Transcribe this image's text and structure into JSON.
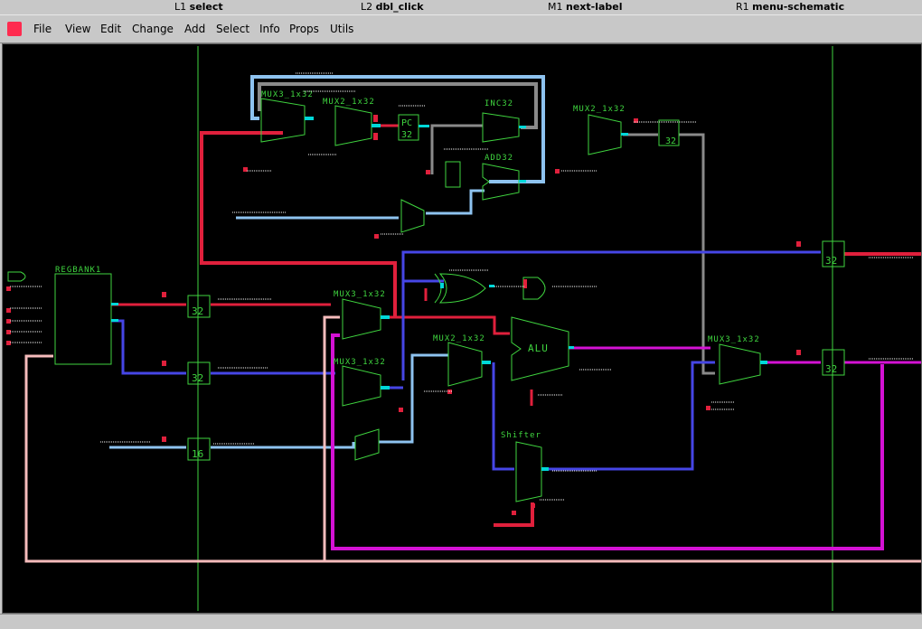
{
  "mouse_hints": {
    "l1": {
      "button": "L1",
      "action": "select"
    },
    "l2": {
      "button": "L2",
      "action": "dbl_click"
    },
    "m1": {
      "button": "M1",
      "action": "next-label"
    },
    "r1": {
      "button": "R1",
      "action": "menu-schematic"
    }
  },
  "menu": {
    "items": [
      "File",
      "View",
      "Edit",
      "Change",
      "Add",
      "Select",
      "Info",
      "Props",
      "Utils"
    ]
  },
  "colors": {
    "background": "#000000",
    "component": "#3fd43f",
    "red_wire": "#e0203c",
    "blue_wire": "#4646e6",
    "lightblue_wire": "#8ec3f0",
    "gray_wire": "#8a8a8a",
    "magenta_wire": "#d412d4",
    "pink_wire": "#f6bcbc",
    "pin": "#00d8d8",
    "app_icon": "#ff2b4f"
  },
  "schematic": {
    "labels": {
      "mux3a": "MUX3_1x32",
      "mux2a": "MUX2_1x32",
      "pc": "PC",
      "pc_width": "32",
      "inc32": "INC32",
      "add32": "ADD32",
      "mux2b": "MUX2_1x32",
      "regbank": "REGBANK1",
      "mux3b": "MUX3_1x32",
      "mux3c": "MUX3_1x32",
      "mux2c": "MUX2_1x32",
      "alu": "ALU",
      "mux3d": "MUX3_1x32",
      "shifter": "Shifter",
      "reg1_width": "32",
      "reg2_width": "32",
      "reg3_width": "16",
      "reg4_width": "32",
      "reg5_width": "32",
      "reg6_width": "32"
    }
  }
}
